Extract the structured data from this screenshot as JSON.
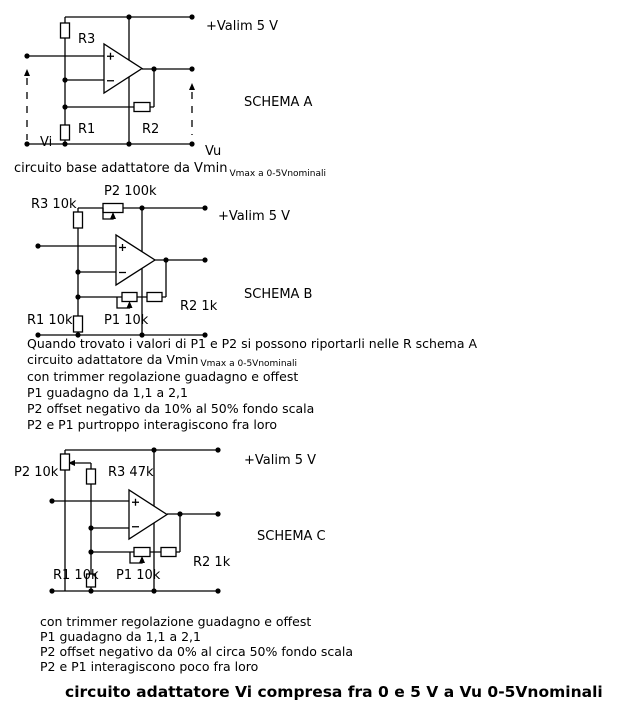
{
  "schema_a": {
    "supply": "+Valim 5 V",
    "r3": "R3",
    "r1": "R1",
    "r2": "R2",
    "name": "SCHEMA A",
    "vi": "Vi",
    "vu": "Vu",
    "caption": "circuito base adattatore da Vmin",
    "caption_sub": "Vmax  a 0-5Vnominali"
  },
  "schema_b": {
    "p2": "P2 100k",
    "r3": "R3 10k",
    "supply": "+Valim 5 V",
    "name": "SCHEMA B",
    "r2": "R2 1k",
    "r1": "R1 10k",
    "p1": "P1 10k",
    "notes": [
      "Quando trovato i valori di P1 e P2 si possono riportarli nelle R schema A",
      "circuito adattatore da Vmin",
      "con trimmer regolazione guadagno e offest",
      "P1 guadagno da 1,1 a 2,1",
      "P2 offset negativo da 10% al 50% fondo scala",
      "P2 e P1 purtroppo interagiscono fra loro"
    ],
    "notes_sub": "Vmax  a 0-5Vnominali"
  },
  "schema_c": {
    "supply": "+Valim 5 V",
    "p2": "P2 10k",
    "r3": "R3 47k",
    "name": "SCHEMA C",
    "r2": "R2 1k",
    "r1": "R1 10k",
    "p1": "P1 10k",
    "notes": [
      "con trimmer regolazione guadagno e offest",
      "P1 guadagno da 1,1 a 2,1",
      "P2 offset negativo da 0% al circa 50% fondo scala",
      "P2 e P1  interagiscono  poco fra loro"
    ]
  },
  "title": "circuito adattatore Vi compresa fra 0 e 5 V  a Vu 0-5Vnominali"
}
